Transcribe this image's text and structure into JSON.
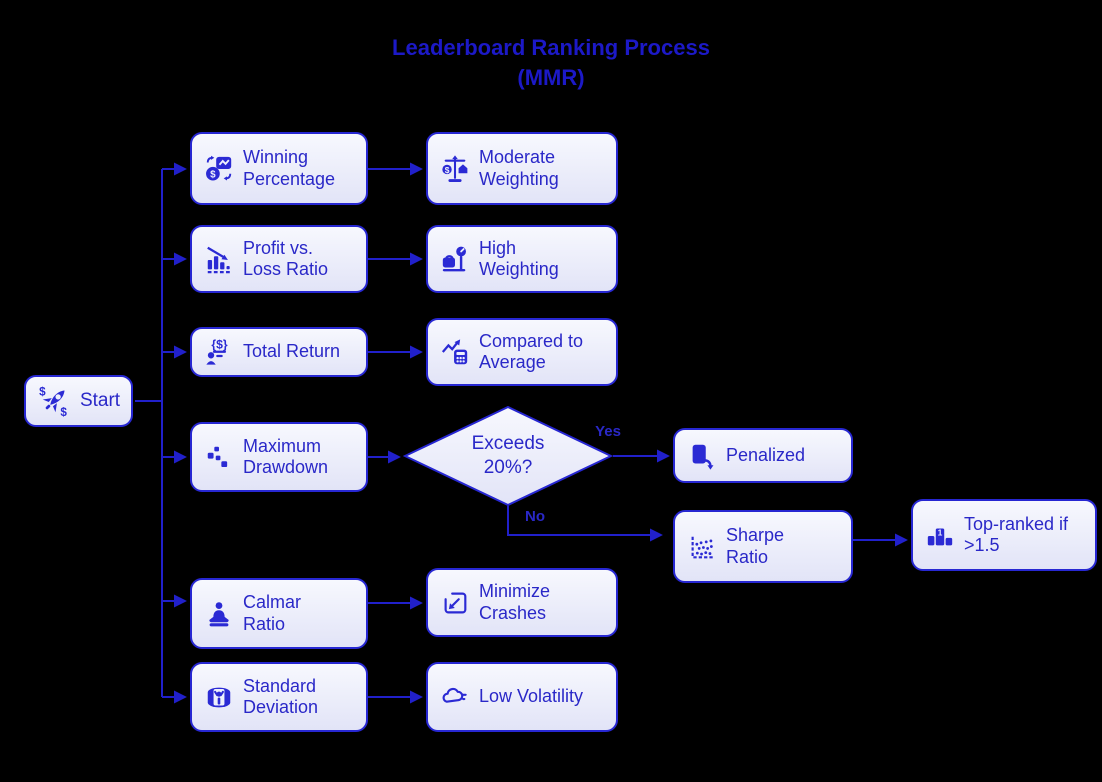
{
  "title": {
    "line1": "Leaderboard Ranking Process",
    "line2": "(MMR)"
  },
  "nodes": {
    "start": {
      "label": "Start",
      "icon": "rocket-dollar-icon"
    },
    "winning_percentage": {
      "label": "Winning\nPercentage",
      "icon": "chart-coin-icon"
    },
    "profit_loss": {
      "label": "Profit vs.\nLoss Ratio",
      "icon": "declining-bars-icon"
    },
    "total_return": {
      "label": "Total Return",
      "icon": "person-money-icon"
    },
    "max_drawdown": {
      "label": "Maximum\nDrawdown",
      "icon": "falling-blocks-icon"
    },
    "calmar": {
      "label": "Calmar\nRatio",
      "icon": "meditation-icon"
    },
    "std_dev": {
      "label": "Standard\nDeviation",
      "icon": "ball-pit-icon"
    },
    "moderate_weighting": {
      "label": "Moderate\nWeighting",
      "icon": "balance-scale-icon"
    },
    "high_weighting": {
      "label": "High\nWeighting",
      "icon": "weight-scale-icon"
    },
    "compared_avg": {
      "label": "Compared to\nAverage",
      "icon": "trend-calculator-icon"
    },
    "decision": {
      "label": "Exceeds\n20%?"
    },
    "penalized": {
      "label": "Penalized",
      "icon": "card-swoosh-icon"
    },
    "sharpe": {
      "label": "Sharpe\nRatio",
      "icon": "scatter-plot-icon"
    },
    "top_ranked": {
      "label": "Top-ranked if\n>1.5",
      "icon": "podium-icon"
    },
    "minimize_crashes": {
      "label": "Minimize\nCrashes",
      "icon": "minimize-arrow-icon"
    },
    "low_volatility": {
      "label": "Low Volatility",
      "icon": "cloud-wind-icon"
    }
  },
  "edge_labels": {
    "yes": "Yes",
    "no": "No"
  },
  "edges": [
    {
      "from": "Start",
      "to": "Winning Percentage"
    },
    {
      "from": "Start",
      "to": "Profit vs. Loss Ratio"
    },
    {
      "from": "Start",
      "to": "Total Return"
    },
    {
      "from": "Start",
      "to": "Maximum Drawdown"
    },
    {
      "from": "Start",
      "to": "Calmar Ratio"
    },
    {
      "from": "Start",
      "to": "Standard Deviation"
    },
    {
      "from": "Winning Percentage",
      "to": "Moderate Weighting"
    },
    {
      "from": "Profit vs. Loss Ratio",
      "to": "High Weighting"
    },
    {
      "from": "Total Return",
      "to": "Compared to Average"
    },
    {
      "from": "Maximum Drawdown",
      "to": "Exceeds 20%?"
    },
    {
      "from": "Exceeds 20%?",
      "to": "Penalized",
      "label": "Yes"
    },
    {
      "from": "Exceeds 20%?",
      "to": "Sharpe Ratio",
      "label": "No"
    },
    {
      "from": "Sharpe Ratio",
      "to": "Top-ranked if >1.5"
    },
    {
      "from": "Calmar Ratio",
      "to": "Minimize Crashes"
    },
    {
      "from": "Standard Deviation",
      "to": "Low Volatility"
    }
  ],
  "icon_glyphs": {
    "dollar": "$",
    "one": "1",
    "braces_dollar": "{$}"
  },
  "colors": {
    "background": "#000000",
    "node_border": "#2727d2",
    "node_fill_top": "#f7f8fe",
    "node_fill_bottom": "#e2e4f7",
    "node_text": "#2a28c8",
    "line": "#2120cb",
    "title": "#1c19c7",
    "icon": "#2b2ad4"
  }
}
